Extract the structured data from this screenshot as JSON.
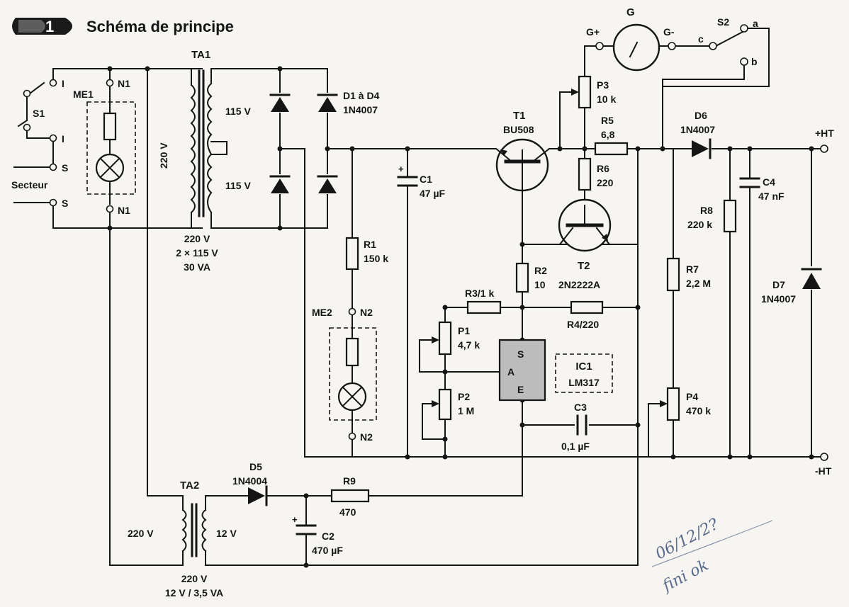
{
  "figure": {
    "number": "1",
    "title": "Schéma de principe"
  },
  "input": {
    "switch": "S1",
    "mains_label": "Secteur",
    "terminals": [
      "I",
      "I",
      "S",
      "S"
    ]
  },
  "neon1": {
    "name": "ME1",
    "pins": [
      "N1",
      "N1"
    ]
  },
  "neon2": {
    "name": "ME2",
    "pins": [
      "N2",
      "N2"
    ]
  },
  "transformer1": {
    "name": "TA1",
    "primary": "220 V",
    "secondaries": [
      "115 V",
      "115 V"
    ],
    "spec": [
      "220 V",
      "2 × 115 V",
      "30 VA"
    ]
  },
  "bridge": {
    "name": "D1 à D4",
    "part": "1N4007"
  },
  "c1": {
    "name": "C1",
    "value": "47 µF",
    "polarity": "+"
  },
  "r1": {
    "name": "R1",
    "value": "150 k"
  },
  "t1": {
    "name": "T1",
    "part": "BU508"
  },
  "t2": {
    "name": "T2",
    "part": "2N2222A"
  },
  "meter": {
    "name": "G",
    "plus": "G+",
    "minus": "G-"
  },
  "s2": {
    "name": "S2",
    "contacts": [
      "a",
      "b",
      "c"
    ]
  },
  "p3": {
    "name": "P3",
    "value": "10 k"
  },
  "r5": {
    "name": "R5",
    "value": "6,8"
  },
  "r6": {
    "name": "R6",
    "value": "220"
  },
  "r2": {
    "name": "R2",
    "value": "10"
  },
  "r3": {
    "label": "R3/1 k"
  },
  "r4": {
    "label": "R4/220"
  },
  "p1": {
    "name": "P1",
    "value": "4,7 k"
  },
  "p2": {
    "name": "P2",
    "value": "1 M"
  },
  "ic1": {
    "name": "IC1",
    "part": "LM317",
    "pins": [
      "S",
      "A",
      "E"
    ]
  },
  "c3": {
    "name": "C3",
    "value": "0,1 µF"
  },
  "d6": {
    "name": "D6",
    "part": "1N4007"
  },
  "c4": {
    "name": "C4",
    "value": "47 nF"
  },
  "r8": {
    "name": "R8",
    "value": "220 k"
  },
  "r7": {
    "name": "R7",
    "value": "2,2 M"
  },
  "p4": {
    "name": "P4",
    "value": "470 k"
  },
  "d7": {
    "name": "D7",
    "part": "1N4007"
  },
  "outputs": {
    "plus": "+HT",
    "minus": "-HT"
  },
  "transformer2": {
    "name": "TA2",
    "primary": "220 V",
    "secondary": "12 V",
    "spec": [
      "220 V",
      "12 V / 3,5 VA"
    ]
  },
  "d5": {
    "name": "D5",
    "part": "1N4004"
  },
  "r9": {
    "name": "R9",
    "value": "470"
  },
  "c2": {
    "name": "C2",
    "value": "470 µF",
    "polarity": "+"
  },
  "annotation": {
    "lines": [
      "06/12/2?",
      "fini ok"
    ]
  }
}
